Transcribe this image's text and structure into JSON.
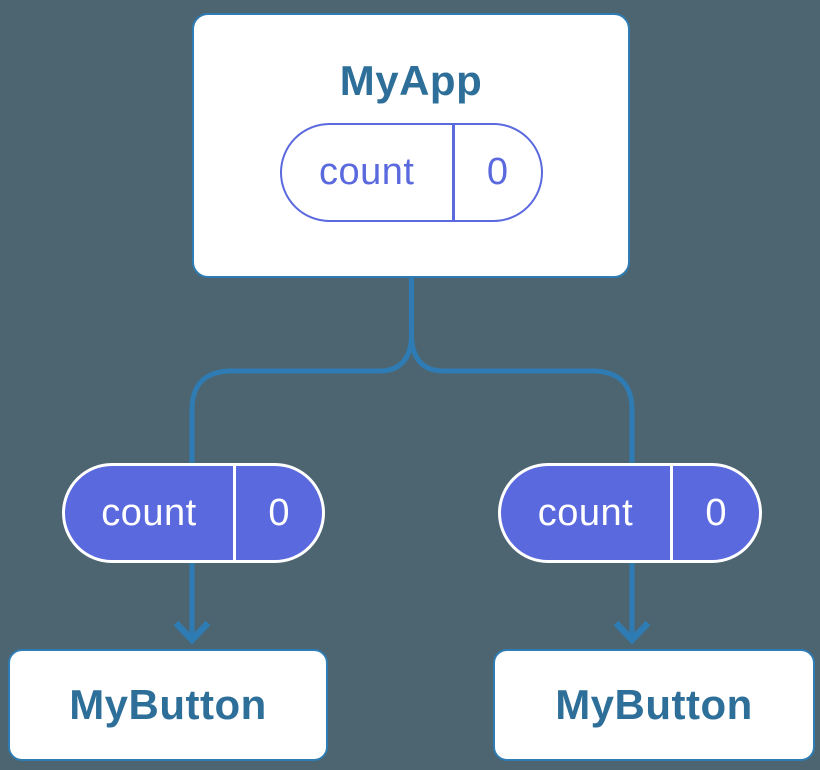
{
  "diagram": {
    "description": "Component tree diagram showing lifted state: parent MyApp holds count state passed down to two MyButton children",
    "colors": {
      "background": "#4C6570",
      "connector_blue": "#2E7CB3",
      "accent_purple": "#5B69DE",
      "title_text_blue": "#2E6F9A",
      "card_white": "#ffffff"
    },
    "root": {
      "title": "MyApp",
      "state": {
        "name": "count",
        "value": "0"
      }
    },
    "children": [
      {
        "title": "MyButton",
        "state": {
          "name": "count",
          "value": "0"
        }
      },
      {
        "title": "MyButton",
        "state": {
          "name": "count",
          "value": "0"
        }
      }
    ]
  }
}
